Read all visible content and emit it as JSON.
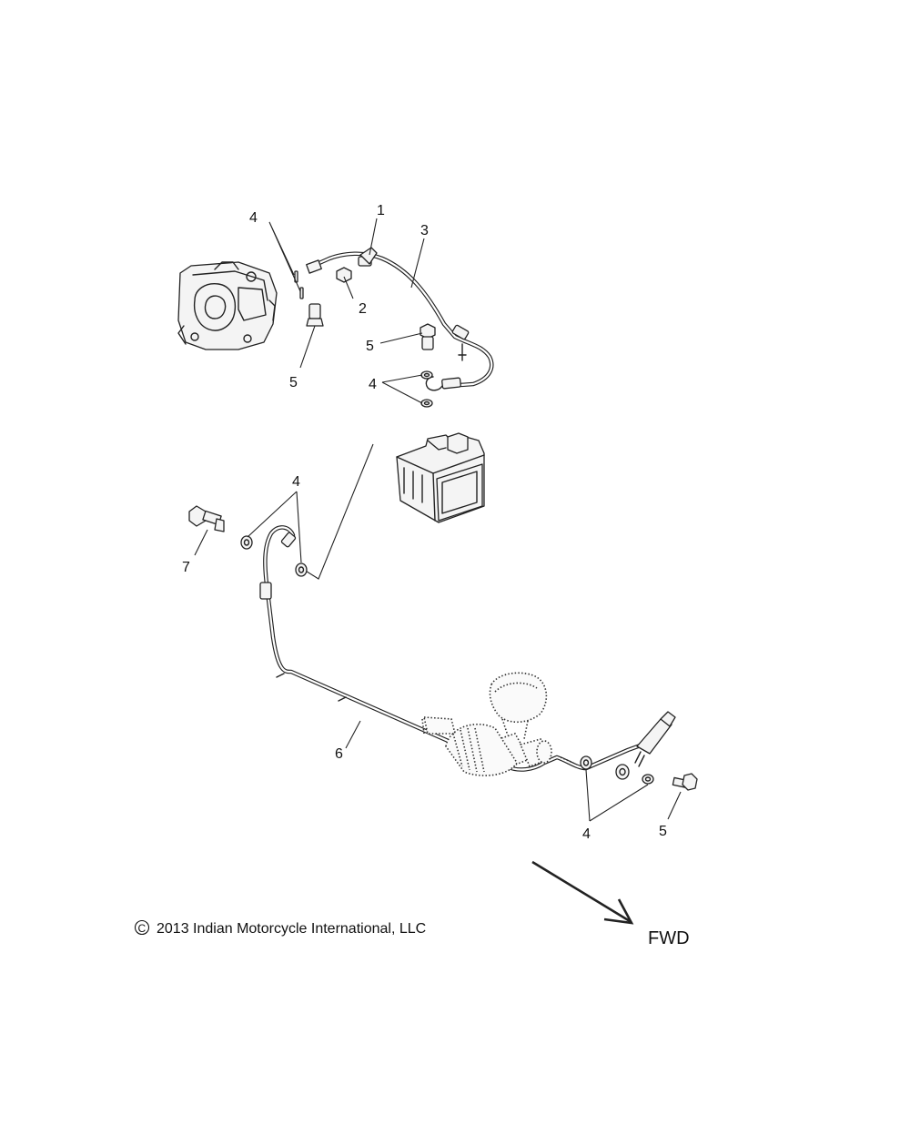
{
  "callouts": {
    "c1": "1",
    "c2": "2",
    "c3": "3",
    "c4a": "4",
    "c4b": "4",
    "c4c": "4",
    "c4d": "4",
    "c5a": "5",
    "c5b": "5",
    "c5c": "5",
    "c6": "6",
    "c7": "7"
  },
  "copyright": {
    "symbol": "©",
    "text": "2013 Indian Motorcycle International, LLC"
  },
  "direction": {
    "label": "FWD"
  }
}
